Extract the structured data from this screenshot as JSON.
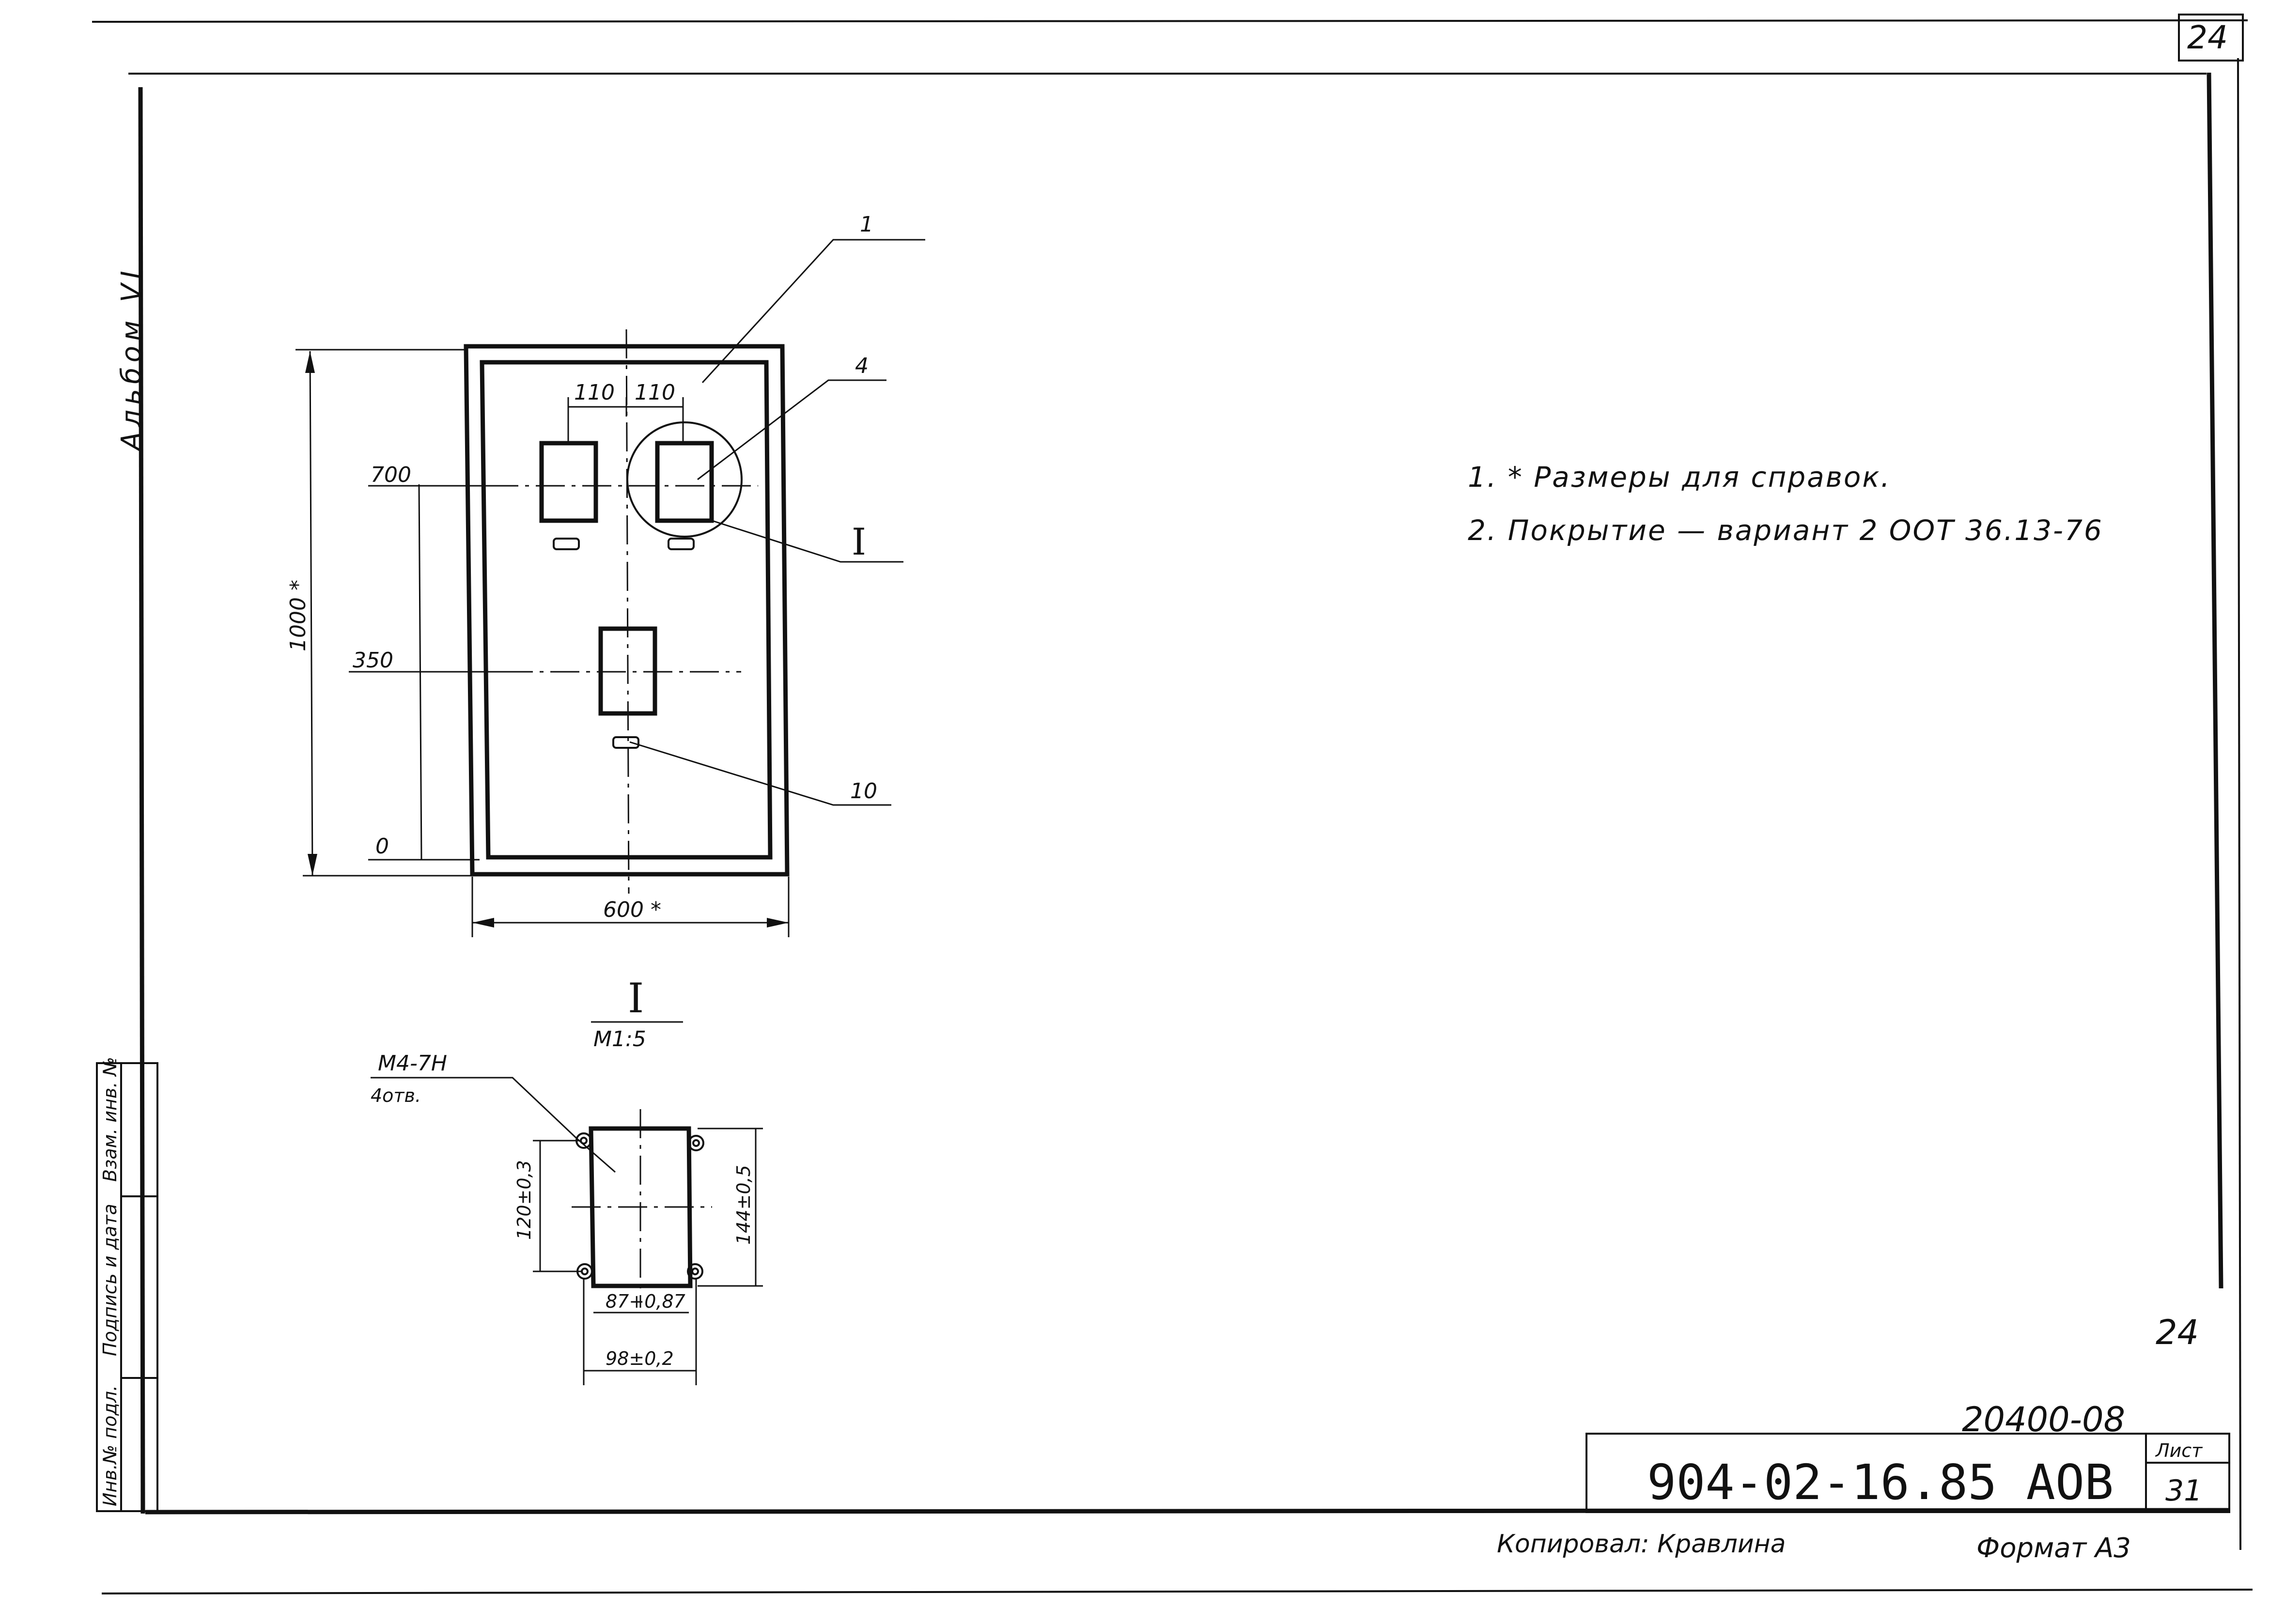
{
  "sheet": {
    "corner_number": "24",
    "album_label": "Альбом VI",
    "sheet_number_lower": "24",
    "inventory_number": "20400-08",
    "document_code": "904-02-16.85 АОВ",
    "list_label": "Лист",
    "list_number": "31",
    "copied_by": "Копировал: Кравлина",
    "format": "Формат А3",
    "stamp_fields": [
      "Инв.№ подл.",
      "Подпись и дата",
      "Взам. инв. №"
    ]
  },
  "notes": [
    "1. * Размеры для справок.",
    "2. Покрытие — вариант 2     ООТ 36.13-76"
  ],
  "main_view": {
    "width_label": "600 *",
    "height_label": "1000 *",
    "level_labels": [
      "700",
      "350",
      "0"
    ],
    "spacing_labels": [
      "110",
      "110"
    ],
    "leaders": [
      "1",
      "4",
      "10"
    ],
    "section_mark": "I"
  },
  "detail_view": {
    "title": "I",
    "scale": "М1:5",
    "thread_label": "М4-7Н",
    "holes_label": "4отв.",
    "dim_left": "120±0,3",
    "dim_right": "144±0,5",
    "dim_inner": "87+0,87",
    "dim_outer": "98±0,2"
  }
}
